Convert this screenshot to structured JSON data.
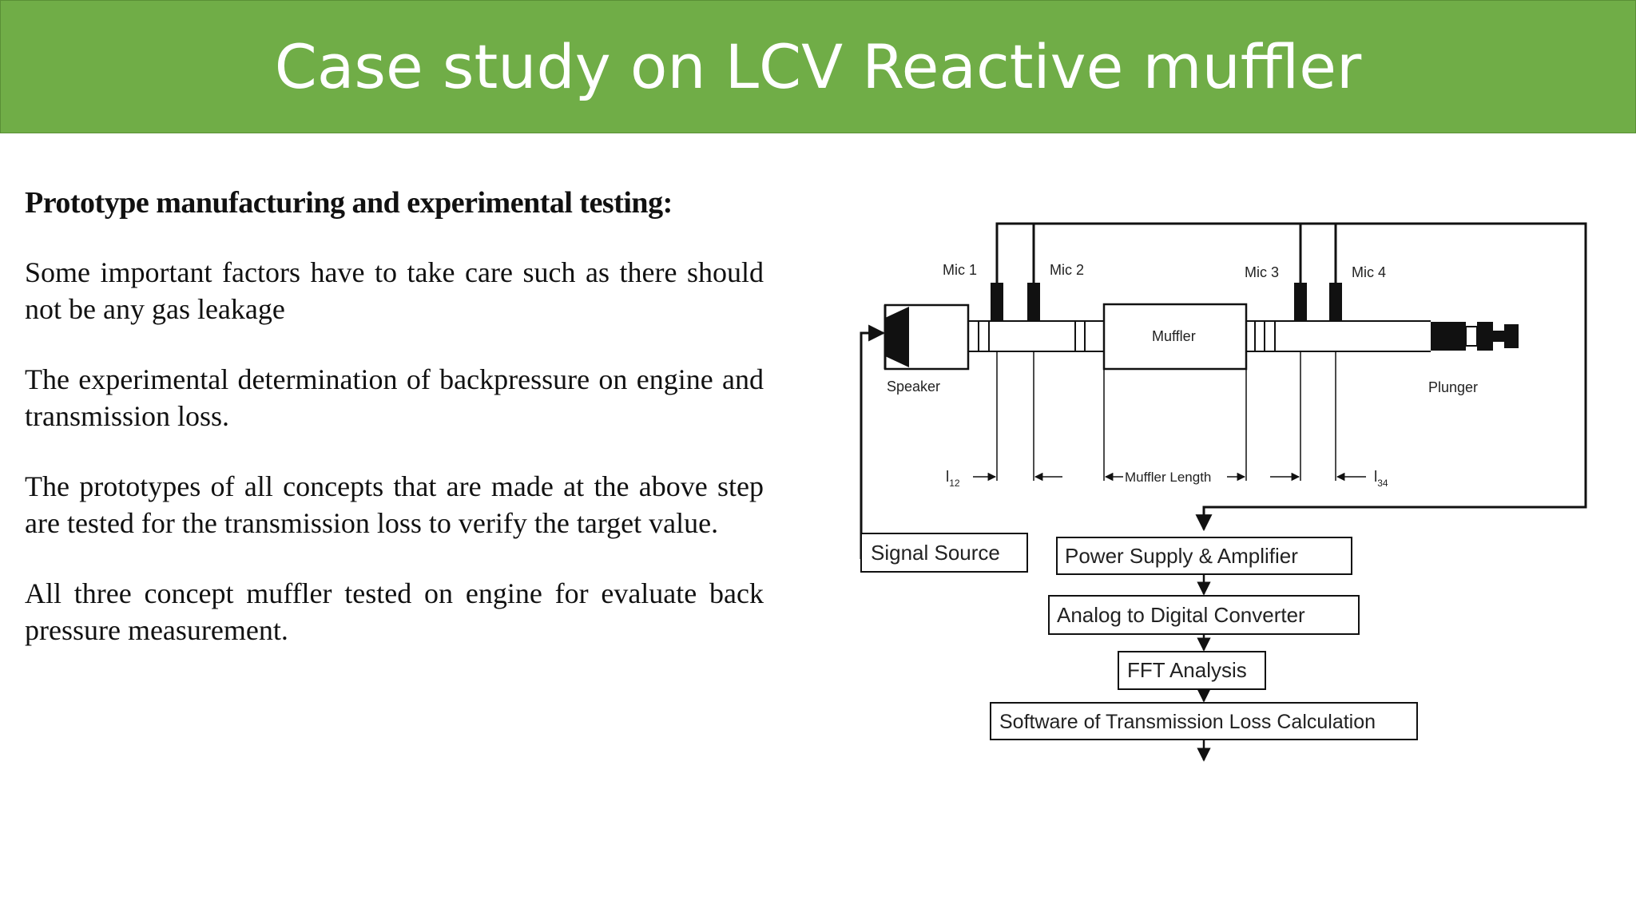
{
  "slide": {
    "title": "Case study on LCV Reactive muffler",
    "subheading": "Prototype manufacturing and experimental testing:",
    "paragraphs": [
      "Some important factors have to take care such as there should not be any gas leakage",
      "The experimental determination of backpressure on engine and transmission loss.",
      "The prototypes of all concepts that are made at the above step are tested for the transmission loss to verify the target value.",
      "All three concept muffler tested on engine for evaluate back pressure measurement."
    ]
  },
  "diagram": {
    "labels": {
      "mic1": "Mic 1",
      "mic2": "Mic 2",
      "mic3": "Mic 3",
      "mic4": "Mic 4",
      "muffler": "Muffler",
      "speaker": "Speaker",
      "plunger": "Plunger",
      "l12": "l",
      "l12_sub": "12",
      "muffler_length": "Muffler Length",
      "l34": "l",
      "l34_sub": "34"
    },
    "blocks": {
      "signal_source": "Signal Source",
      "power_supply": "Power Supply & Amplifier",
      "adc": "Analog to Digital Converter",
      "fft": "FFT Analysis",
      "software": "Software of Transmission Loss Calculation"
    }
  }
}
